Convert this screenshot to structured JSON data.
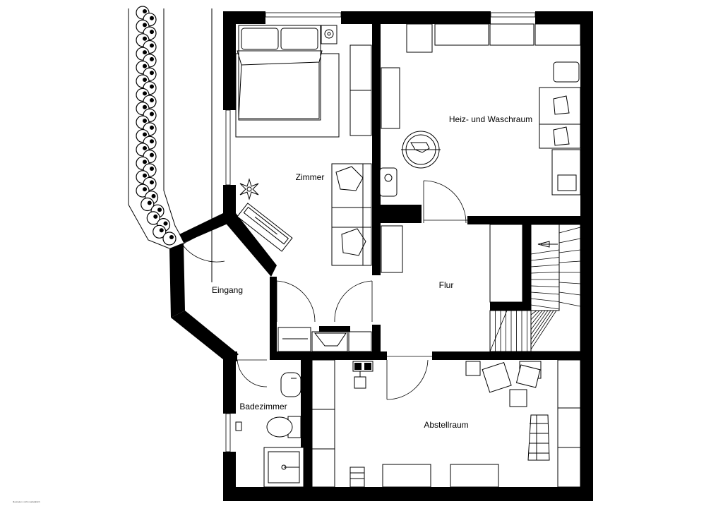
{
  "rooms": {
    "zimmer": "Zimmer",
    "heizraum": "Heiz- und Waschraum",
    "flur": "Flur",
    "eingang": "Eingang",
    "badezimmer": "Badezimmer",
    "abstellraum": "Abstellraum"
  },
  "footnote": "Illustration: nicht maßstäblich",
  "colors": {
    "wall": "#000000",
    "background": "#ffffff",
    "line": "#000000"
  }
}
